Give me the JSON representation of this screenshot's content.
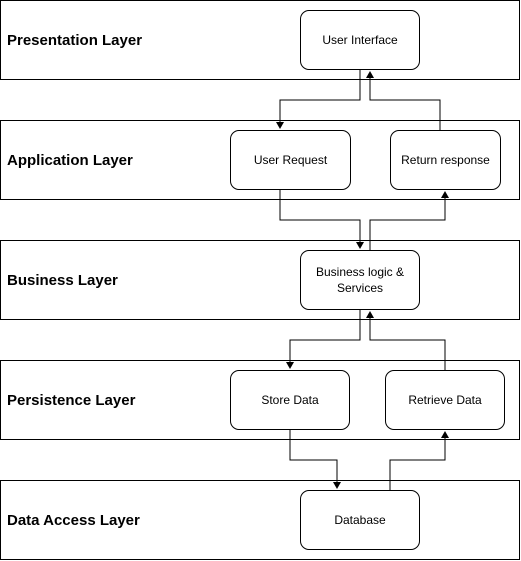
{
  "layers": [
    {
      "label": "Presentation Layer"
    },
    {
      "label": "Application Layer"
    },
    {
      "label": "Business Layer"
    },
    {
      "label": "Persistence Layer"
    },
    {
      "label": "Data Access Layer"
    }
  ],
  "nodes": {
    "user_interface": "User Interface",
    "user_request": "User Request",
    "return_response": "Return response",
    "business_logic": "Business logic & Services",
    "store_data": "Store Data",
    "retrieve_data": "Retrieve Data",
    "database": "Database"
  },
  "colors": {
    "line": "#000000",
    "background": "#ffffff"
  }
}
